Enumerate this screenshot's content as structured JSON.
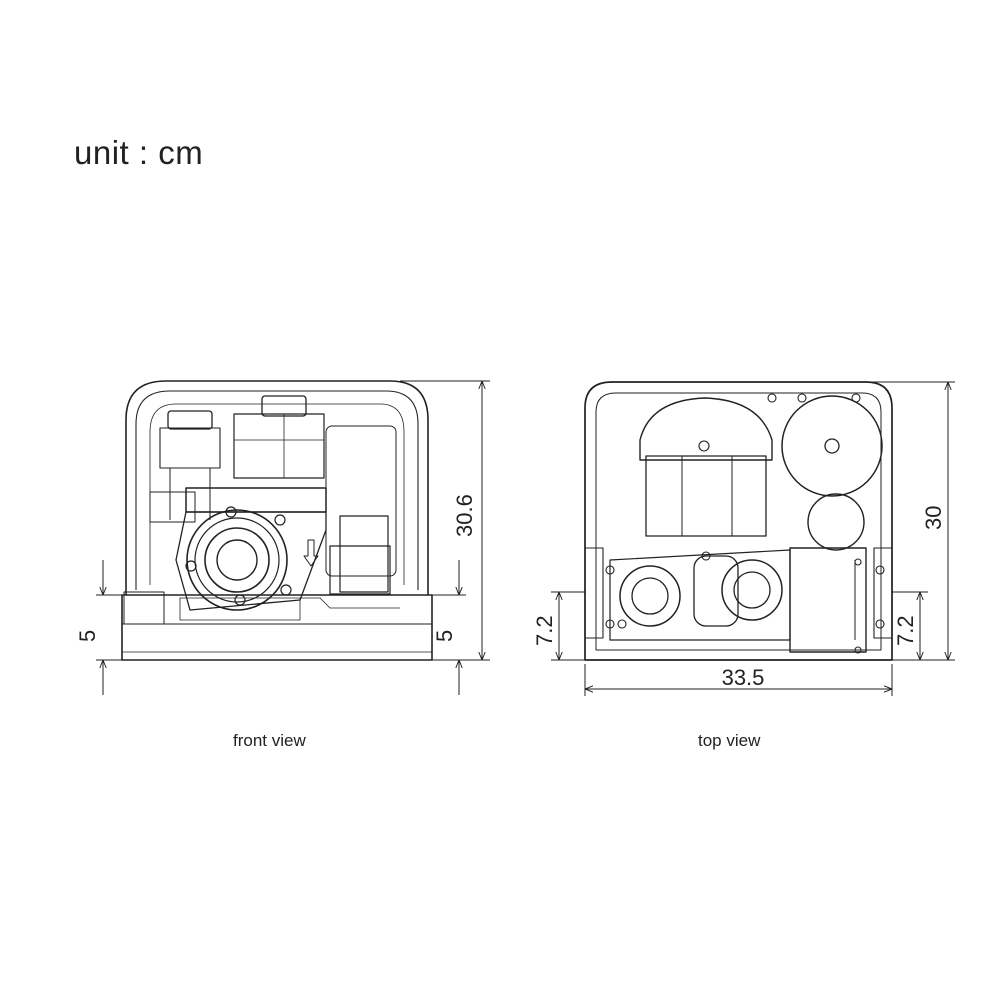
{
  "unit_label": "unit : cm",
  "views": {
    "front": {
      "caption": "front view",
      "height": "30.6",
      "left_base": "5",
      "right_base": "5"
    },
    "top": {
      "caption": "top view",
      "depth": "30",
      "width": "33.5",
      "left_offset": "7.2",
      "right_offset": "7.2"
    }
  }
}
